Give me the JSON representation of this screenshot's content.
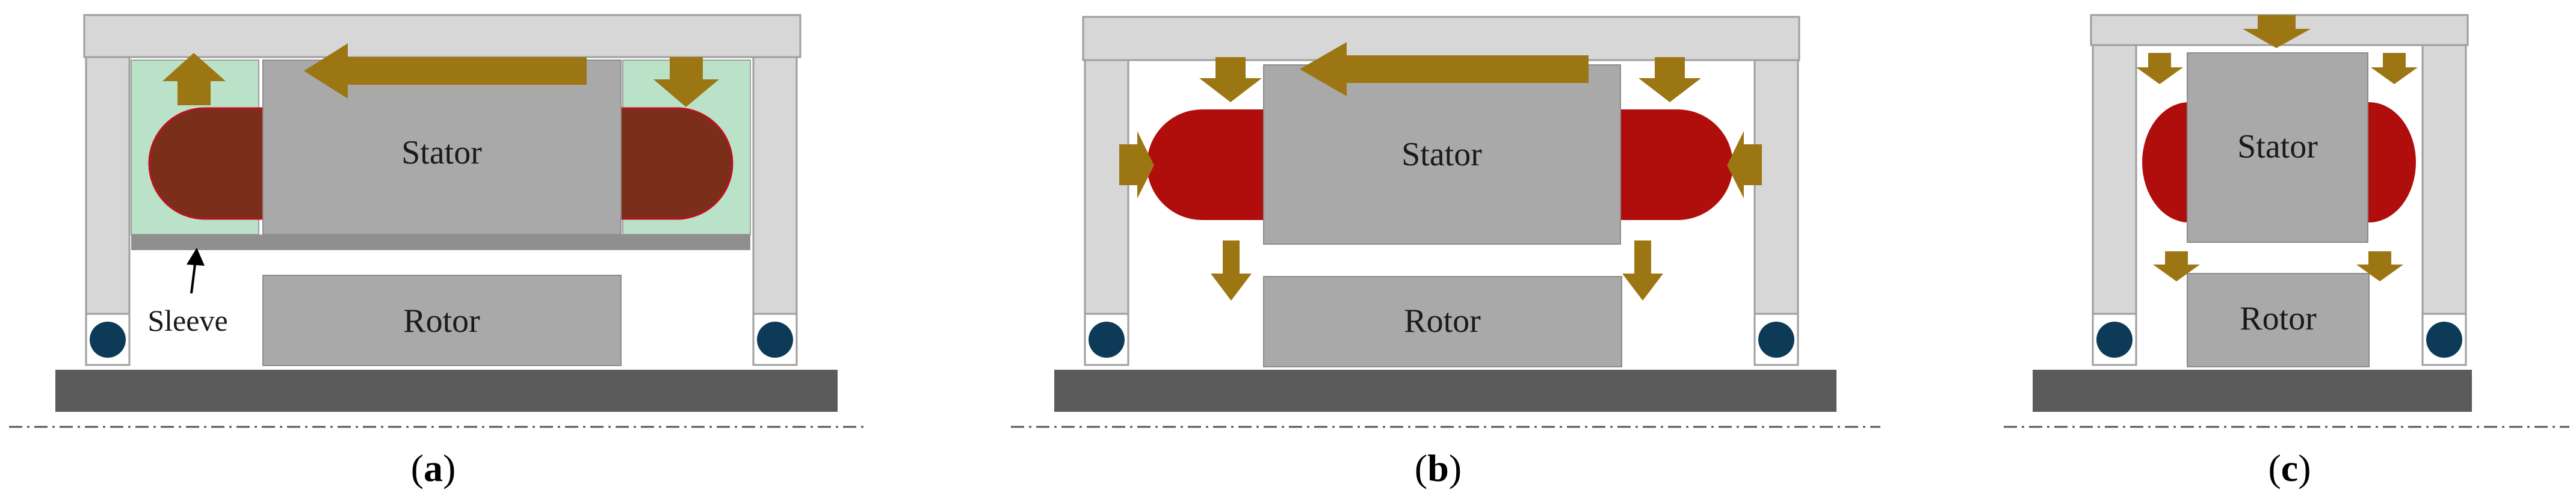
{
  "colors": {
    "frame": "#d7d7d7",
    "frame_stroke": "#9e9e9e",
    "block": "#a9a9a9",
    "block_stroke": "#8c8c8c",
    "base": "#5b5b5b",
    "winding_a": "#7b2e1a",
    "winding_bc": "#b00d0d",
    "sleeve_fill": "#b9e2c9",
    "sleeve_bar": "#8f8f8f",
    "arrow": "#9c7612",
    "bearing": "#0d3a57"
  },
  "panel_a": {
    "stator_label": "Stator",
    "rotor_label": "Rotor",
    "sleeve_label": "Sleeve",
    "caption_letter": "a"
  },
  "panel_b": {
    "stator_label": "Stator",
    "rotor_label": "Rotor",
    "caption_letter": "b"
  },
  "panel_c": {
    "stator_label": "Stator",
    "rotor_label": "Rotor",
    "caption_letter": "c"
  },
  "caption_paren_open": "(",
  "caption_paren_close": ")"
}
